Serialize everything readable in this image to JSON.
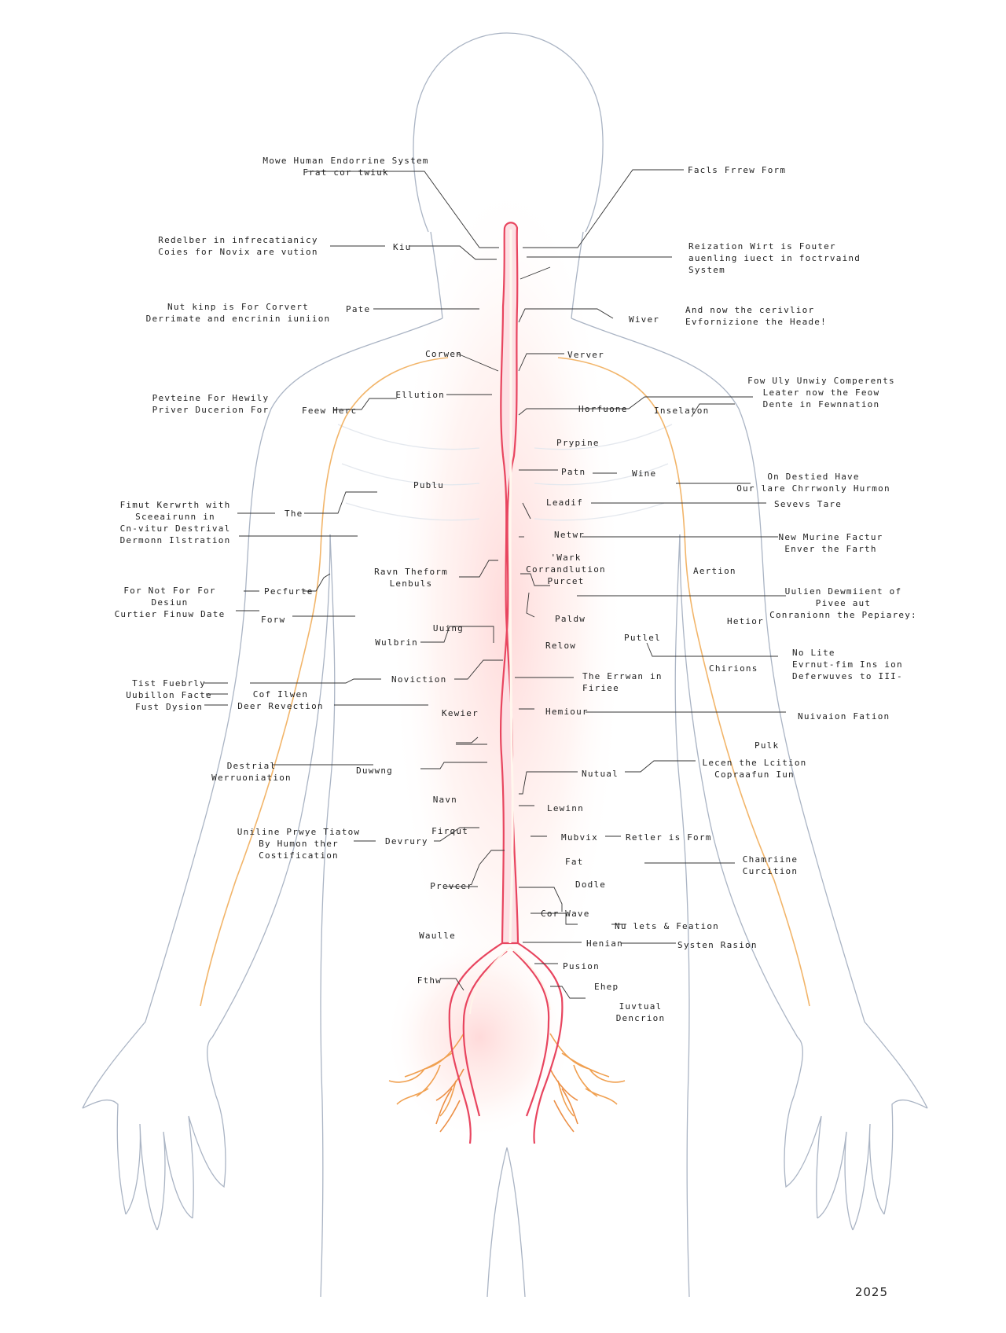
{
  "diagram": {
    "year": "2025",
    "accent_spine": "#e8455f",
    "accent_nerve": "#f0a050",
    "outline_color": "#aab4c4"
  },
  "labels": [
    {
      "id": "l1",
      "lines": [
        "Mowe Human Endorrine System",
        "Frat cor twiuk"
      ]
    },
    {
      "id": "l2",
      "lines": [
        "Facls Frrew Form"
      ]
    },
    {
      "id": "l3",
      "lines": [
        "Redelber in infrecatianicy",
        "Coies for Novix are vution"
      ]
    },
    {
      "id": "l4",
      "lines": [
        "Kiu"
      ]
    },
    {
      "id": "l5",
      "lines": [
        "Reization Wirt is Fouter",
        "auenling iuect in foctrvaind",
        "System"
      ]
    },
    {
      "id": "l6",
      "lines": [
        "Nut kinp is For Corvert",
        "Derrimate and encrinin iuniion"
      ]
    },
    {
      "id": "l7",
      "lines": [
        "Pate"
      ]
    },
    {
      "id": "l8",
      "lines": [
        "Wiver"
      ]
    },
    {
      "id": "l9",
      "lines": [
        "And now the cerivlior",
        "Evfornizione the Heade!"
      ]
    },
    {
      "id": "l10",
      "lines": [
        "Corwen"
      ]
    },
    {
      "id": "l11",
      "lines": [
        "Verver"
      ]
    },
    {
      "id": "l12",
      "lines": [
        "Pevteine For Hewily",
        "Priver Ducerion For"
      ]
    },
    {
      "id": "l13",
      "lines": [
        "Feew Herc"
      ]
    },
    {
      "id": "l14",
      "lines": [
        "Ellution"
      ]
    },
    {
      "id": "l15",
      "lines": [
        "Horfuone"
      ]
    },
    {
      "id": "l16",
      "lines": [
        "Inselaton"
      ]
    },
    {
      "id": "l17",
      "lines": [
        "Fow Uly Unwiy Comperents",
        "Leater now the Feow",
        "Dente in Fewnnation"
      ]
    },
    {
      "id": "l18",
      "lines": [
        "Prypine"
      ]
    },
    {
      "id": "l19",
      "lines": [
        "Patn"
      ]
    },
    {
      "id": "l20",
      "lines": [
        "Wine"
      ]
    },
    {
      "id": "l21",
      "lines": [
        "On Destied Have",
        "Our lare Chrrwonly Hurmon"
      ]
    },
    {
      "id": "l22",
      "lines": [
        "Publu"
      ]
    },
    {
      "id": "l23",
      "lines": [
        "Fimut Kerwrth with",
        "Sceeairunn in",
        "Cn-vitur Destrival",
        "Dermonn Ilstration"
      ]
    },
    {
      "id": "l24",
      "lines": [
        "The"
      ]
    },
    {
      "id": "l25",
      "lines": [
        "Leadif"
      ]
    },
    {
      "id": "l26",
      "lines": [
        "Sevevs Tare"
      ]
    },
    {
      "id": "l27",
      "lines": [
        "Netwr"
      ]
    },
    {
      "id": "l28",
      "lines": [
        "New Murine Factur",
        "Enver the Farth"
      ]
    },
    {
      "id": "l29",
      "lines": [
        "Ravn Theform",
        "Lenbuls"
      ]
    },
    {
      "id": "l30",
      "lines": [
        "'Wark",
        "Corrandlution",
        "Purcet"
      ]
    },
    {
      "id": "l31",
      "lines": [
        "Aertion"
      ]
    },
    {
      "id": "l32",
      "lines": [
        "For Not For For",
        "Desiun",
        "Curtier Finuw Date"
      ]
    },
    {
      "id": "l33",
      "lines": [
        "Pecfurte"
      ]
    },
    {
      "id": "l34",
      "lines": [
        "Forw"
      ]
    },
    {
      "id": "l35",
      "lines": [
        "Uulien Dewmiient of",
        "Pivee aut",
        "Conranionn the Pepiarey:"
      ]
    },
    {
      "id": "l36",
      "lines": [
        "Paldw"
      ]
    },
    {
      "id": "l37",
      "lines": [
        "Hetior"
      ]
    },
    {
      "id": "l38",
      "lines": [
        "Uuing"
      ]
    },
    {
      "id": "l39",
      "lines": [
        "Wulbrin"
      ]
    },
    {
      "id": "l40",
      "lines": [
        "Relow"
      ]
    },
    {
      "id": "l41",
      "lines": [
        "Putlel"
      ]
    },
    {
      "id": "l42",
      "lines": [
        "No Lite",
        "Evrnut-fim Ins ion",
        "Deferwuves to III-"
      ]
    },
    {
      "id": "l43",
      "lines": [
        "Chirions"
      ]
    },
    {
      "id": "l44",
      "lines": [
        "Tist Fuebrly",
        "Uubillon Facte",
        "Fust Dysion"
      ]
    },
    {
      "id": "l45",
      "lines": [
        "Cof Ilwen",
        "Deer Revection"
      ]
    },
    {
      "id": "l46",
      "lines": [
        "Noviction"
      ]
    },
    {
      "id": "l47",
      "lines": [
        "The Errwan in",
        "Firiee"
      ]
    },
    {
      "id": "l48",
      "lines": [
        "Kewier"
      ]
    },
    {
      "id": "l49",
      "lines": [
        "Hemiour"
      ]
    },
    {
      "id": "l50",
      "lines": [
        "Nuivaion Fation"
      ]
    },
    {
      "id": "l51",
      "lines": [
        "Pulk"
      ]
    },
    {
      "id": "l52",
      "lines": [
        "Destrial",
        "Werruoniation"
      ]
    },
    {
      "id": "l53",
      "lines": [
        "Duwwng"
      ]
    },
    {
      "id": "l54",
      "lines": [
        "Nutual"
      ]
    },
    {
      "id": "l55",
      "lines": [
        "Lecen the Lcition",
        "Copraafun Iun"
      ]
    },
    {
      "id": "l56",
      "lines": [
        "Navn"
      ]
    },
    {
      "id": "l57",
      "lines": [
        "Lewinn"
      ]
    },
    {
      "id": "l58",
      "lines": [
        "Uniline Prwye Tiatow",
        "By Humon ther",
        "Costification"
      ]
    },
    {
      "id": "l59",
      "lines": [
        "Devrury"
      ]
    },
    {
      "id": "l60",
      "lines": [
        "Firqut"
      ]
    },
    {
      "id": "l61",
      "lines": [
        "Mubvix"
      ]
    },
    {
      "id": "l62",
      "lines": [
        "Retler is Form"
      ]
    },
    {
      "id": "l63",
      "lines": [
        "Fat"
      ]
    },
    {
      "id": "l64",
      "lines": [
        "Chamriine",
        "Curcition"
      ]
    },
    {
      "id": "l65",
      "lines": [
        "Prevcer"
      ]
    },
    {
      "id": "l66",
      "lines": [
        "Dodle"
      ]
    },
    {
      "id": "l67",
      "lines": [
        "Cor Wave"
      ]
    },
    {
      "id": "l68",
      "lines": [
        "Waulle"
      ]
    },
    {
      "id": "l69",
      "lines": [
        "Nu lets & Feation"
      ]
    },
    {
      "id": "l70",
      "lines": [
        "Henian"
      ]
    },
    {
      "id": "l71",
      "lines": [
        "Systen Rasion"
      ]
    },
    {
      "id": "l72",
      "lines": [
        "Pusion"
      ]
    },
    {
      "id": "l73",
      "lines": [
        "Fthw"
      ]
    },
    {
      "id": "l74",
      "lines": [
        "Ehep"
      ]
    },
    {
      "id": "l75",
      "lines": [
        "Iuvtual",
        "Dencrion"
      ]
    }
  ]
}
